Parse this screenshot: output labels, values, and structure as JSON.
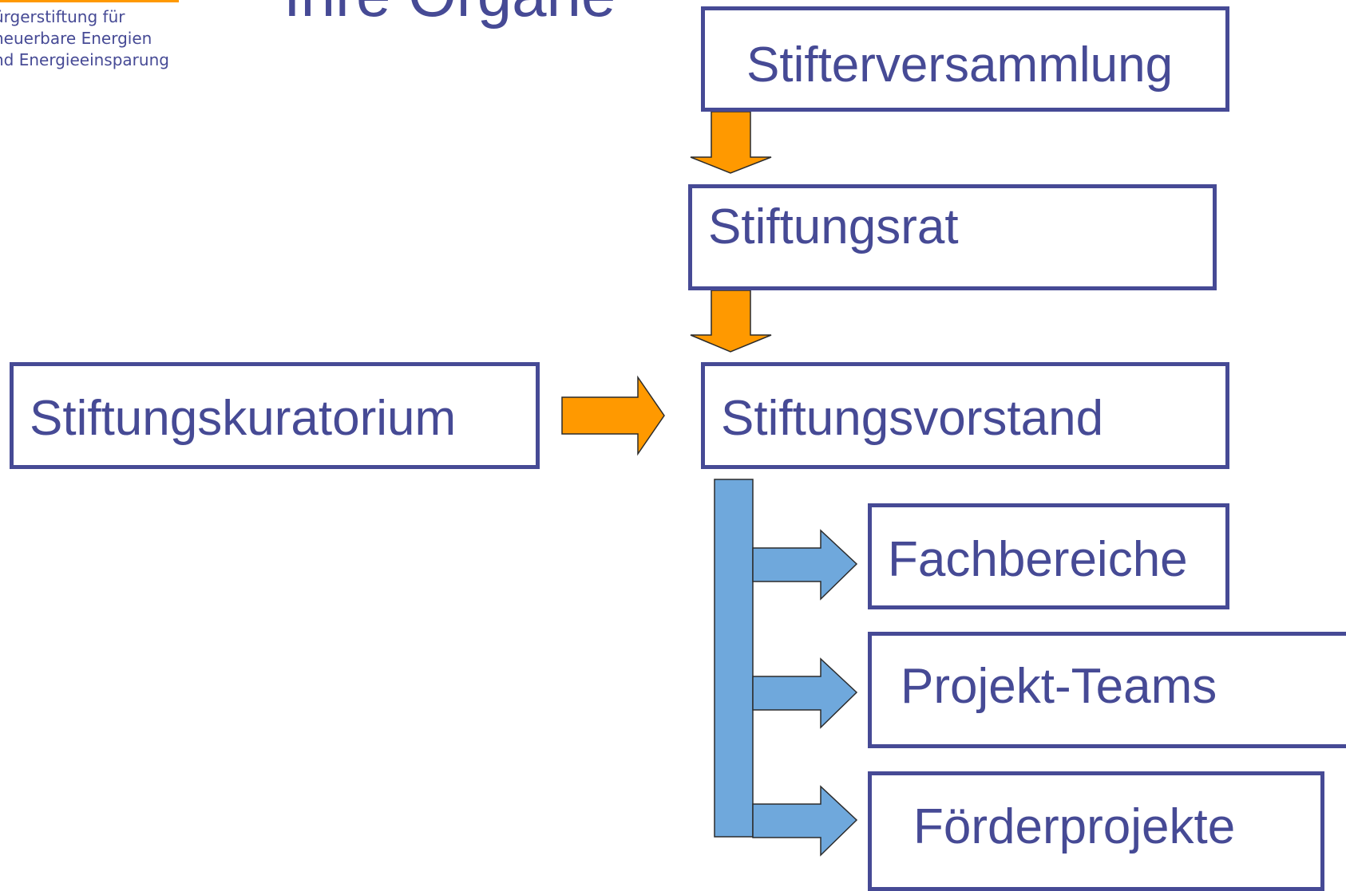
{
  "colors": {
    "box_border": "#464a95",
    "text": "#464a95",
    "orange": "#ff9900",
    "blue": "#6fa8dc",
    "arrow_outline": "#2b2b2b"
  },
  "logo": {
    "line1": "ürgerstiftung für",
    "line2": "neuerbare Energien",
    "line3": "nd Energieeinsparung"
  },
  "header": {
    "title": "Ihre Organe"
  },
  "boxes": {
    "stifterversammlung": "Stifterversammlung",
    "stiftungsrat": "Stiftungsrat",
    "stiftungskuratorium": "Stiftungskuratorium",
    "stiftungsvorstand": "Stiftungsvorstand",
    "fachbereiche": "Fachbereiche",
    "projekt_teams": "Projekt-Teams",
    "foerderprojekte": "Förderprojekte"
  }
}
